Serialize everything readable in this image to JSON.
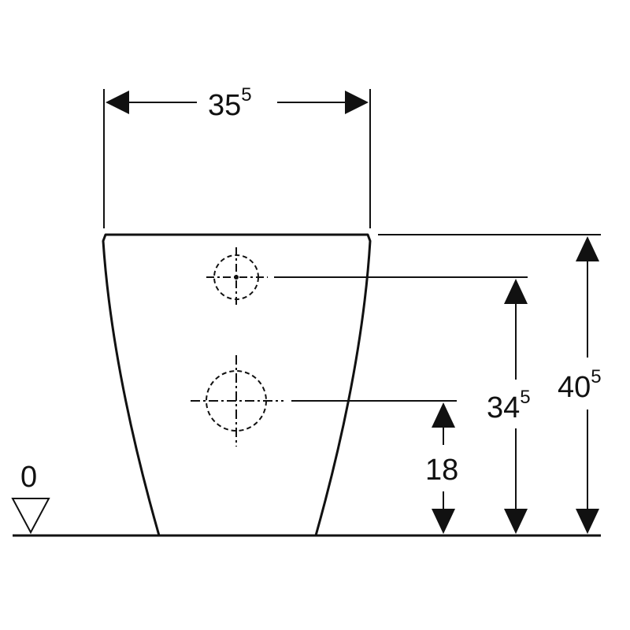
{
  "dimensions": {
    "width": {
      "main": "35",
      "sup": "5"
    },
    "total_height": {
      "main": "40",
      "sup": "5"
    },
    "upper_outlet": {
      "main": "34",
      "sup": "5"
    },
    "lower_outlet": {
      "main": "18"
    }
  },
  "floor_level": {
    "label": "0"
  }
}
